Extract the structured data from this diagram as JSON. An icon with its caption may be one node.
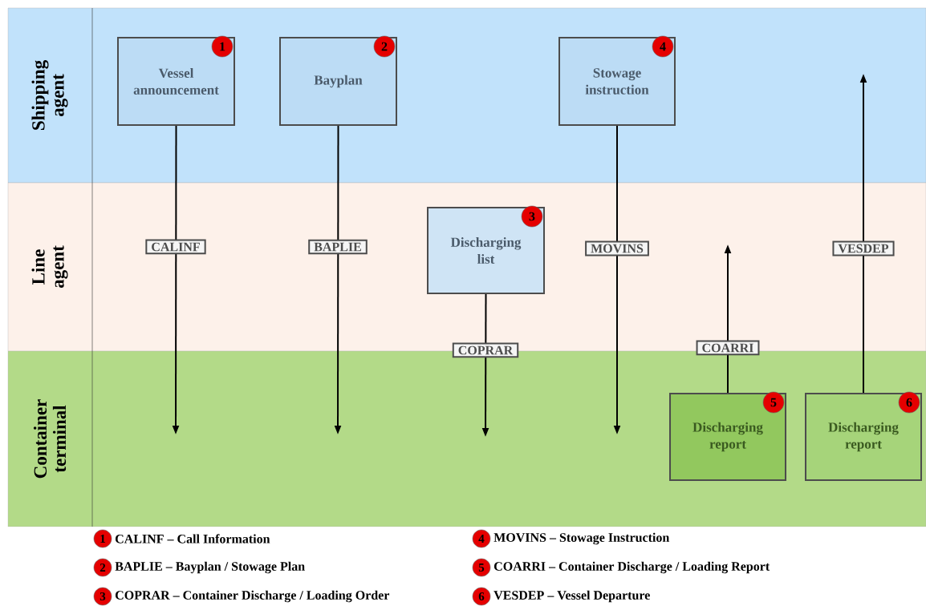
{
  "diagram": {
    "nodes": [
      {
        "text": [
          "Shipping agent"
        ]
      },
      {
        "text": [
          "1",
          "Vessel announcement"
        ],
        "in": 0
      },
      {
        "text": [
          "2",
          "Bayplan"
        ],
        "in": 0
      },
      {
        "text": [
          "4",
          "Stowage instruction"
        ],
        "in": 0
      },
      {
        "text": [
          "Line agent"
        ]
      },
      {
        "text": [
          "3",
          "Discharging list"
        ],
        "in": 4
      },
      {
        "text": [
          "Container terminal"
        ]
      },
      {
        "text": [
          "5",
          "Discharging report"
        ],
        "in": 6
      },
      {
        "text": [
          "6",
          "Discharging report"
        ],
        "in": 6
      }
    ],
    "edges": [
      {
        "from": 1,
        "to": null,
        "arrow": "to",
        "label": "CALINF"
      },
      {
        "from": 2,
        "to": null,
        "arrow": "to",
        "label": "BAPLIE"
      },
      {
        "from": 5,
        "to": null,
        "arrow": "to",
        "label": "COPRAR"
      },
      {
        "from": 3,
        "to": null,
        "arrow": "to",
        "label": "MOVINS"
      },
      {
        "from": 7,
        "to": null,
        "arrow": "to",
        "label": "COARRI"
      },
      {
        "from": 8,
        "to": null,
        "arrow": "to",
        "label": "VESDEP"
      }
    ],
    "labels": [
      "1",
      "2",
      "3",
      "4",
      "5",
      "6"
    ],
    "legend": [
      {
        "text": "CALINF – Call Information"
      },
      {
        "text": "BAPLIE – Bayplan / Stowage Plan"
      },
      {
        "text": "COPRAR – Container Discharge / Loading Order"
      },
      {
        "text": "MOVINS – Stowage Instruction"
      },
      {
        "text": "COARRI – Container Discharge / Loading Report"
      },
      {
        "text": "VESDEP – Vessel Departure"
      }
    ]
  }
}
